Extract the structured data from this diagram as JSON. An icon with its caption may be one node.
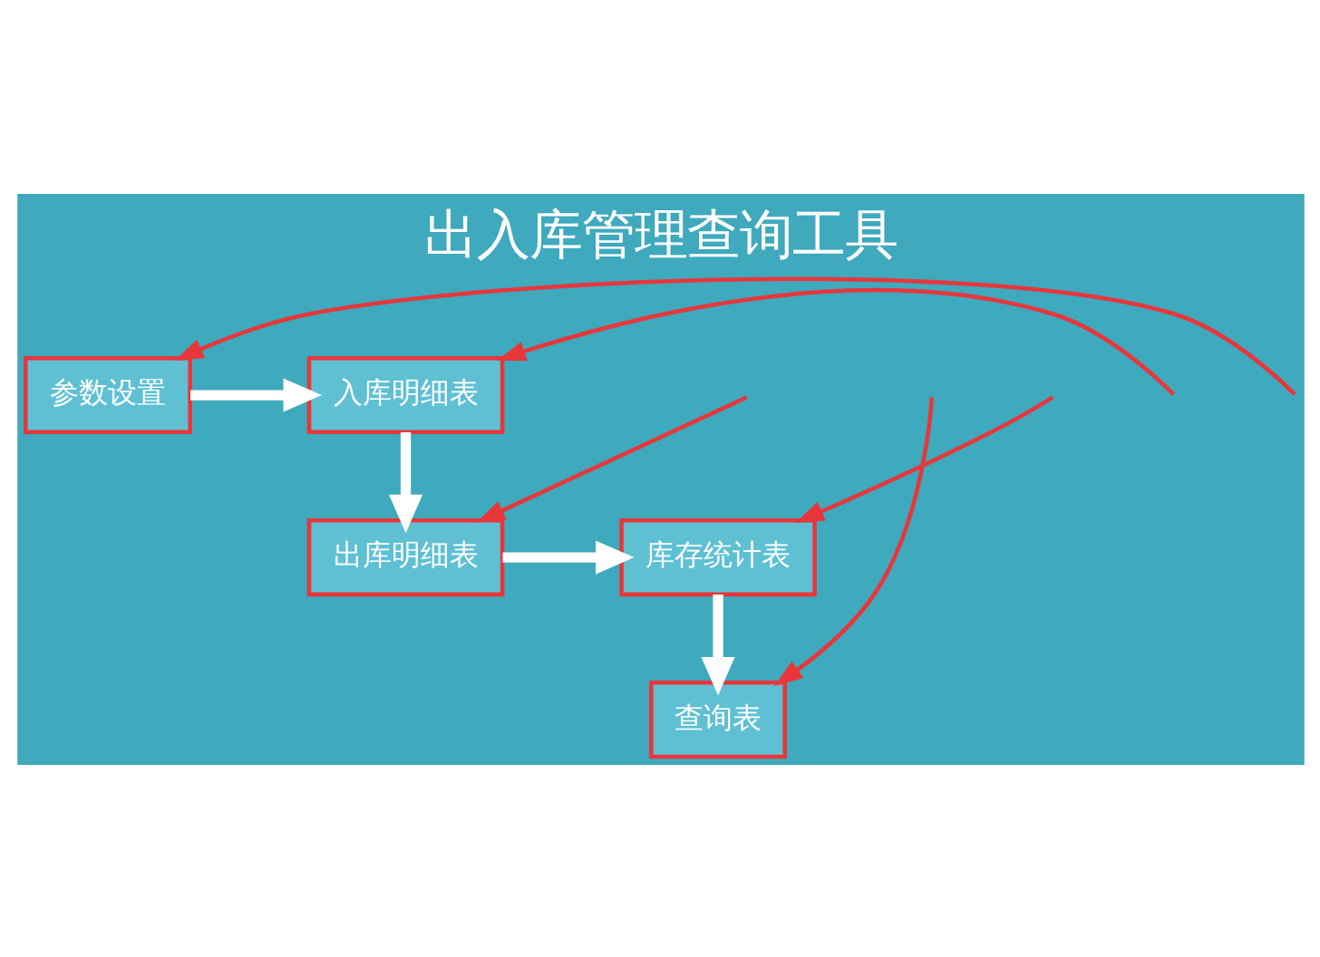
{
  "diagram": {
    "title": "出入库管理查询工具",
    "nodes": [
      {
        "text": [
          "参数设置"
        ]
      },
      {
        "text": [
          "入库明细表"
        ]
      },
      {
        "text": [
          "出库明细表"
        ]
      },
      {
        "text": [
          "库存统计表"
        ]
      },
      {
        "text": [
          "查询表"
        ]
      }
    ],
    "edges": [
      {
        "from": 0,
        "to": 1,
        "arrow": "to",
        "style": "thick",
        "color": "#ffffff"
      },
      {
        "from": 1,
        "to": 2,
        "arrow": "to",
        "style": "thick",
        "color": "#ffffff"
      },
      {
        "from": 2,
        "to": 3,
        "arrow": "to",
        "style": "thick",
        "color": "#ffffff"
      },
      {
        "from": 3,
        "to": 4,
        "arrow": "to",
        "style": "thick",
        "color": "#ffffff"
      },
      {
        "from": null,
        "to": 0,
        "arrow": "to",
        "color": "#e8363a"
      },
      {
        "from": null,
        "to": 1,
        "arrow": "to",
        "color": "#e8363a"
      },
      {
        "from": null,
        "to": 2,
        "arrow": "to",
        "color": "#e8363a"
      },
      {
        "from": null,
        "to": 3,
        "arrow": "to",
        "color": "#e8363a"
      },
      {
        "from": null,
        "to": 4,
        "arrow": "to",
        "color": "#e8363a"
      }
    ]
  }
}
